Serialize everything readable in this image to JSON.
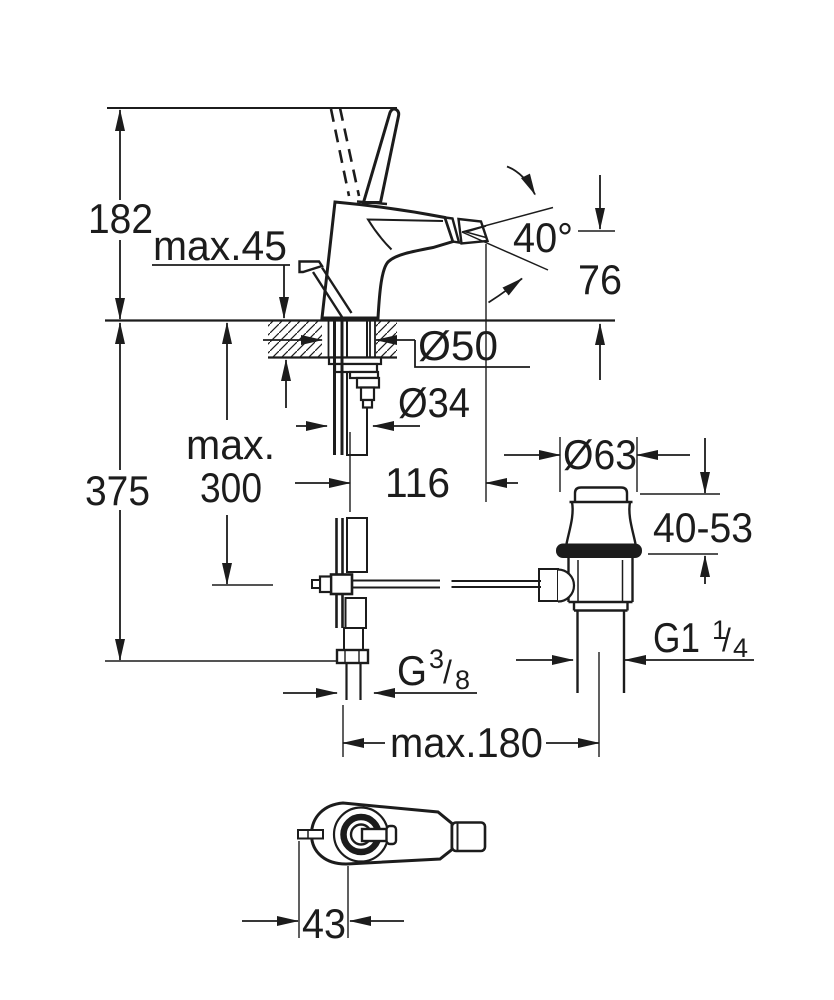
{
  "drawing": {
    "type": "technical-dimension-drawing",
    "subject": "bidet single-lever mixer with pop-up waste, side view and top view",
    "line_color": "#1c1c1c",
    "background": "#ffffff"
  },
  "dimensions": {
    "height_above_deck": "182",
    "deck_thickness_max": "max.45",
    "spray_angle": "40°",
    "outlet_height": "76",
    "deck_hole_diameter": "Ø50",
    "shank_diameter": "Ø34",
    "below_deck_max_line1": "max.",
    "below_deck_max_line2": "300",
    "total_depth_below_deck": "375",
    "spout_reach": "116",
    "waste_flange_diameter": "Ø63",
    "waste_height_range": "40-53",
    "waste_thread": {
      "prefix": "G1",
      "numerator": "1",
      "slash": "/",
      "denominator": "4"
    },
    "supply_thread": {
      "prefix": "G",
      "numerator": "3",
      "slash": "/",
      "denominator": "8"
    },
    "rod_to_waste_max": "max.180",
    "rod_offset": "43"
  }
}
